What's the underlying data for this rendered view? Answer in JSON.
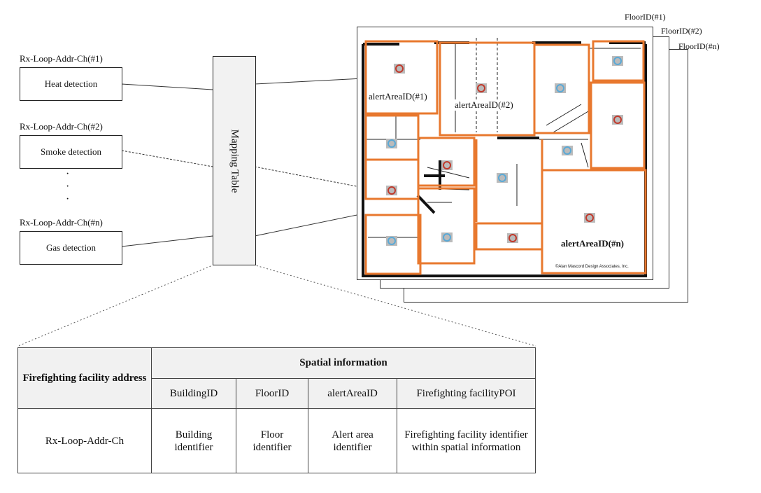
{
  "detectors": [
    {
      "channel": "Rx-Loop-Addr-Ch(#1)",
      "label": "Heat detection"
    },
    {
      "channel": "Rx-Loop-Addr-Ch(#2)",
      "label": "Smoke detection"
    },
    {
      "channel": "Rx-Loop-Addr-Ch(#n)",
      "label": "Gas detection"
    }
  ],
  "mapping_table_label": "Mapping Table",
  "floors": [
    "FloorID(#1)",
    "FloorID(#2)",
    "FloorID(#n)"
  ],
  "alert_areas": [
    "alertAreaID(#1)",
    "alertAreaID(#2)",
    "alertAreaID(#n)"
  ],
  "copyright": "©Alan Mascord Design Associates, Inc.",
  "table": {
    "col1_header": "Firefighting facility address",
    "group_header": "Spatial information",
    "sub_headers": [
      "BuildingID",
      "FloorID",
      "alertAreaID",
      "Firefighting facilityPOI"
    ],
    "row": [
      "Rx-Loop-Addr-Ch",
      "Building identifier",
      "Floor identifier",
      "Alert area identifier",
      "Firefighting facility identifier within spatial information"
    ]
  },
  "colors": {
    "alert_area": "#e8782e",
    "wall": "#111111",
    "icon_red": "#c0392b",
    "icon_blue": "#5aa9d6"
  }
}
